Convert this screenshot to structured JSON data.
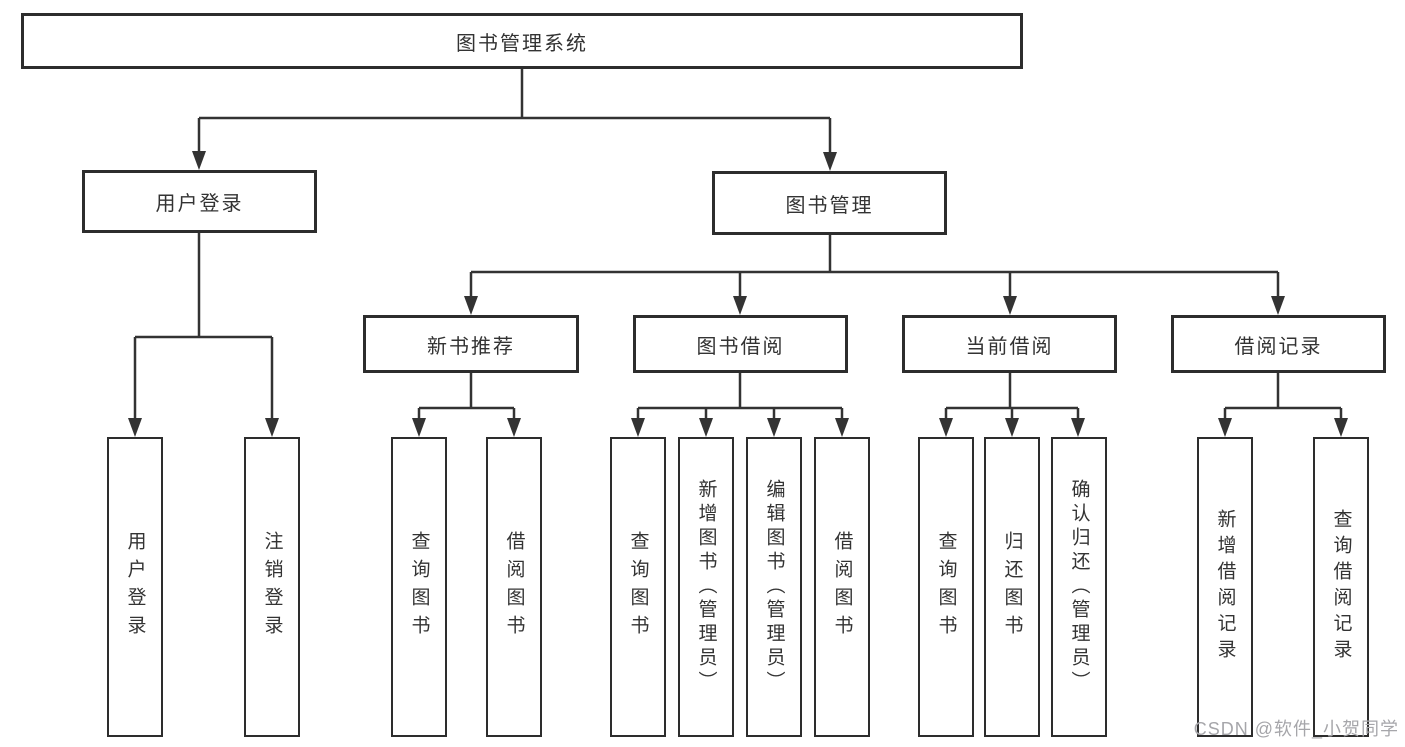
{
  "diagram": {
    "root": {
      "label": "图书管理系统"
    },
    "level2": {
      "user_login": {
        "label": "用户登录"
      },
      "book_mgmt": {
        "label": "图书管理"
      }
    },
    "level3": {
      "new_book_rec": {
        "label": "新书推荐"
      },
      "book_borrow": {
        "label": "图书借阅"
      },
      "current_borrow": {
        "label": "当前借阅"
      },
      "borrow_records": {
        "label": "借阅记录"
      }
    },
    "leaves": {
      "user_login_leaf": "用户登录",
      "logout_leaf": "注销登录",
      "rec_query_book": "查询图书",
      "rec_borrow_book": "借阅图书",
      "bor_query_book": "查询图书",
      "bor_add_book": "新增图书（管理员）",
      "bor_edit_book": "编辑图书（管理员）",
      "bor_borrow_book": "借阅图书",
      "cur_query_book": "查询图书",
      "cur_return_book": "归还图书",
      "cur_confirm_return": "确认归还（管理员）",
      "log_add_record": "新增借阅记录",
      "log_query_record": "查询借阅记录"
    }
  },
  "watermark": {
    "text": "CSDN @软件_小贺同学"
  },
  "colors": {
    "line": "#333333",
    "border": "#2d2d2d",
    "watermark": "#a6a6aa",
    "background": "#ffffff"
  }
}
